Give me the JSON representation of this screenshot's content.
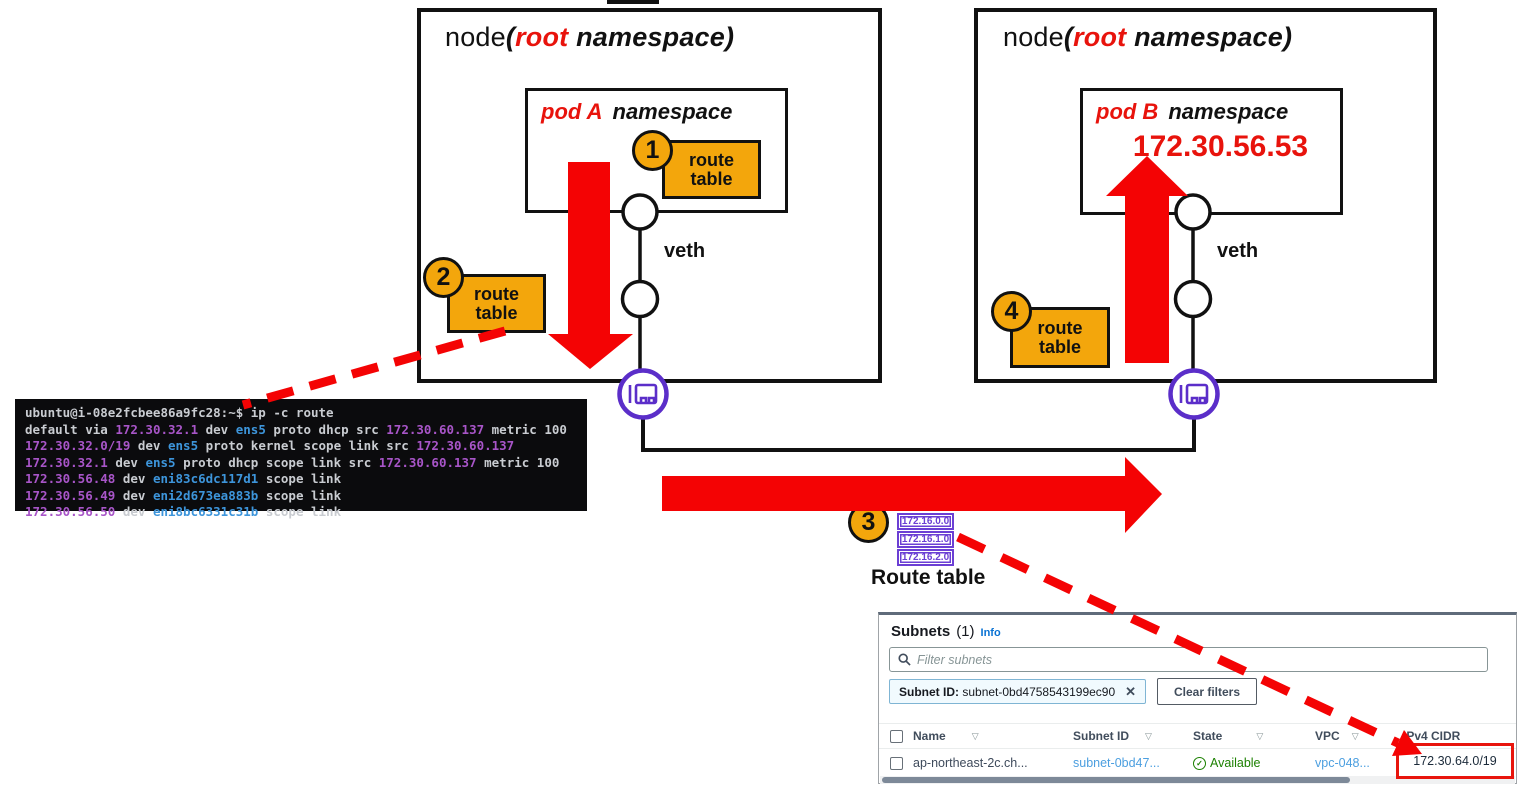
{
  "colors": {
    "accent_orange": "#F3A60C",
    "arrow_red": "#F40304",
    "highlight_red": "#E8150D",
    "eni_purple": "#5B2EC9",
    "route_entry_purple": "#6B3FD4",
    "terminal_ip_color": "#A855C8",
    "terminal_dev_color": "#3D95DB",
    "aws_link_blue": "#4C9FE0",
    "aws_green": "#1D8102"
  },
  "icons": {
    "close": "✕",
    "sort": "▽",
    "check": "✓"
  },
  "nodes": {
    "left": {
      "name": "node",
      "paren_root": "(root",
      "root_word": "root",
      "namespace_suffix": " namespace)",
      "pod_title": "pod A",
      "pod_suffix": "namespace"
    },
    "right": {
      "name": "node",
      "root_word": "root",
      "namespace_suffix": " namespace)",
      "pod_title": "pod B",
      "pod_suffix": "namespace",
      "pod_ip": "172.30.56.53"
    }
  },
  "labels": {
    "veth": "veth",
    "route_box_line1": "route",
    "route_box_line2": "table",
    "route_table_caption": "Route table"
  },
  "badges": {
    "b1": "1",
    "b2": "2",
    "b3": "3",
    "b4": "4"
  },
  "route_entries": [
    "172.16.0.0",
    "172.16.1.0",
    "172.16.2.0"
  ],
  "terminal": {
    "lines": [
      [
        [
          "p",
          "ubuntu@i-08e2fcbee86a9fc28:~$ ip -c route"
        ]
      ],
      [
        [
          "p",
          "default via "
        ],
        [
          "ip",
          "172.30.32.1"
        ],
        [
          "p",
          " dev "
        ],
        [
          "dev",
          "ens5"
        ],
        [
          "p",
          " proto dhcp src "
        ],
        [
          "ip",
          "172.30.60.137"
        ],
        [
          "p",
          " metric 100"
        ]
      ],
      [
        [
          "ip",
          "172.30.32.0/19"
        ],
        [
          "p",
          " dev "
        ],
        [
          "dev",
          "ens5"
        ],
        [
          "p",
          " proto kernel scope link src "
        ],
        [
          "ip",
          "172.30.60.137"
        ]
      ],
      [
        [
          "ip",
          "172.30.32.1"
        ],
        [
          "p",
          " dev "
        ],
        [
          "dev",
          "ens5"
        ],
        [
          "p",
          " proto dhcp scope link src "
        ],
        [
          "ip",
          "172.30.60.137"
        ],
        [
          "p",
          " metric 100"
        ]
      ],
      [
        [
          "ip",
          "172.30.56.48"
        ],
        [
          "p",
          " dev "
        ],
        [
          "dev",
          "eni83c6dc117d1"
        ],
        [
          "p",
          " scope link"
        ]
      ],
      [
        [
          "ip",
          "172.30.56.49"
        ],
        [
          "p",
          " dev "
        ],
        [
          "dev",
          "eni2d673ea883b"
        ],
        [
          "p",
          " scope link"
        ]
      ],
      [
        [
          "ip",
          "172.30.56.50"
        ],
        [
          "p",
          " dev "
        ],
        [
          "dev",
          "eni8bc6331c31b"
        ],
        [
          "p",
          " scope link"
        ]
      ]
    ]
  },
  "aws": {
    "panel_title": "Subnets",
    "panel_count": "(1)",
    "info_label": "Info",
    "search_placeholder": "Filter subnets",
    "filter_chip_label": "Subnet ID:",
    "filter_chip_value": "subnet-0bd4758543199ec90",
    "clear_filters_label": "Clear filters",
    "columns": [
      "Name",
      "Subnet ID",
      "State",
      "VPC",
      "IPv4 CIDR"
    ],
    "row": {
      "name": "ap-northeast-2c.ch...",
      "subnet_id": "subnet-0bd47...",
      "state": "Available",
      "vpc": "vpc-048...",
      "ipv4_cidr": "172.30.64.0/19"
    }
  }
}
